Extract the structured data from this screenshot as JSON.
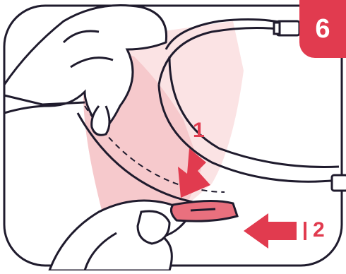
{
  "step": {
    "number": "6"
  },
  "callouts": [
    {
      "label": "1"
    },
    {
      "label": "2"
    }
  ],
  "colors": {
    "accent": "#e13b4f",
    "shield_tint": "#f6c9cc",
    "shield_tint_light": "#fbe3e4",
    "line": "#1f1b2d"
  },
  "icons": {
    "arrow_1": "arrow-down-icon",
    "arrow_2": "arrow-left-icon"
  }
}
